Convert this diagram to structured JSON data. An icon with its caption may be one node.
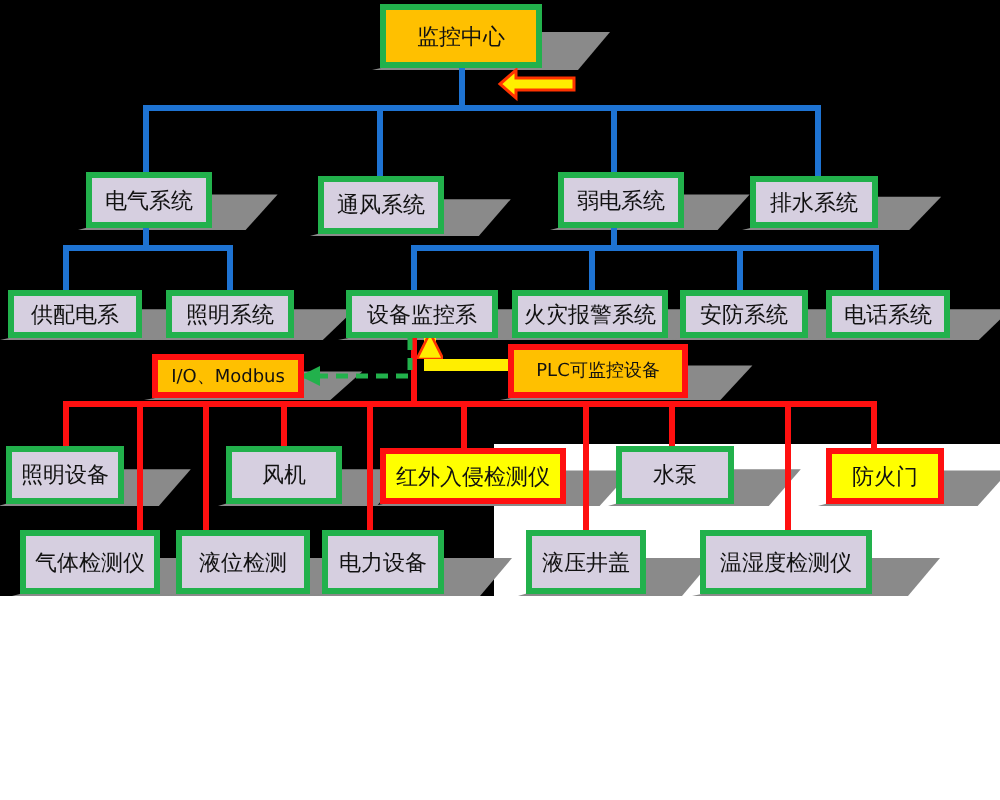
{
  "diagram": {
    "nodes": [
      {
        "text": [
          "监控中心"
        ]
      },
      {
        "text": [
          "电气系统"
        ]
      },
      {
        "text": [
          "通风系统"
        ]
      },
      {
        "text": [
          "弱电系统"
        ]
      },
      {
        "text": [
          "排水系统"
        ]
      },
      {
        "text": [
          "供配电系"
        ]
      },
      {
        "text": [
          "照明系统"
        ]
      },
      {
        "text": [
          "设备监控系"
        ]
      },
      {
        "text": [
          "火灾报警系统"
        ]
      },
      {
        "text": [
          "安防系统"
        ]
      },
      {
        "text": [
          "电话系统"
        ]
      },
      {
        "text": [
          "I/O、Modbus"
        ]
      },
      {
        "text": [
          "PLC可监控设备"
        ]
      },
      {
        "text": [
          "照明设备"
        ]
      },
      {
        "text": [
          "风机"
        ]
      },
      {
        "text": [
          "红外入侵检测仪"
        ]
      },
      {
        "text": [
          "水泵"
        ]
      },
      {
        "text": [
          "防火门"
        ]
      },
      {
        "text": [
          "气体检测仪"
        ]
      },
      {
        "text": [
          "液位检测"
        ]
      },
      {
        "text": [
          "电力设备"
        ]
      },
      {
        "text": [
          "液压井盖"
        ]
      },
      {
        "text": [
          "温湿度检测仪"
        ]
      }
    ],
    "edges": [
      {
        "from": 0,
        "to": 1,
        "arrow": "none",
        "color": "#1e73d2"
      },
      {
        "from": 0,
        "to": 2,
        "arrow": "none",
        "color": "#1e73d2"
      },
      {
        "from": 0,
        "to": 3,
        "arrow": "none",
        "color": "#1e73d2"
      },
      {
        "from": 0,
        "to": 4,
        "arrow": "none",
        "color": "#1e73d2"
      },
      {
        "from": 1,
        "to": 5,
        "arrow": "none",
        "color": "#1e73d2"
      },
      {
        "from": 1,
        "to": 6,
        "arrow": "none",
        "color": "#1e73d2"
      },
      {
        "from": 3,
        "to": 7,
        "arrow": "none",
        "color": "#1e73d2"
      },
      {
        "from": 3,
        "to": 8,
        "arrow": "none",
        "color": "#1e73d2"
      },
      {
        "from": 3,
        "to": 9,
        "arrow": "none",
        "color": "#1e73d2"
      },
      {
        "from": 3,
        "to": 10,
        "arrow": "none",
        "color": "#1e73d2"
      },
      {
        "from": 7,
        "to": 13,
        "arrow": "none",
        "color": "#ff1010"
      },
      {
        "from": 7,
        "to": 18,
        "arrow": "none",
        "color": "#ff1010"
      },
      {
        "from": 7,
        "to": 19,
        "arrow": "none",
        "color": "#ff1010"
      },
      {
        "from": 7,
        "to": 14,
        "arrow": "none",
        "color": "#ff1010"
      },
      {
        "from": 7,
        "to": 20,
        "arrow": "none",
        "color": "#ff1010"
      },
      {
        "from": 7,
        "to": 15,
        "arrow": "none",
        "color": "#ff1010"
      },
      {
        "from": 7,
        "to": 21,
        "arrow": "none",
        "color": "#ff1010"
      },
      {
        "from": 7,
        "to": 16,
        "arrow": "none",
        "color": "#ff1010"
      },
      {
        "from": 7,
        "to": 22,
        "arrow": "none",
        "color": "#ff1010"
      },
      {
        "from": 7,
        "to": 17,
        "arrow": "none",
        "color": "#ff1010"
      },
      {
        "from": 7,
        "to": 11,
        "arrow": "to",
        "style": "dashed",
        "color": "#22b14c"
      },
      {
        "from": 12,
        "to": 7,
        "arrow": "to",
        "style": "thick",
        "color": "#ffee00"
      }
    ]
  }
}
